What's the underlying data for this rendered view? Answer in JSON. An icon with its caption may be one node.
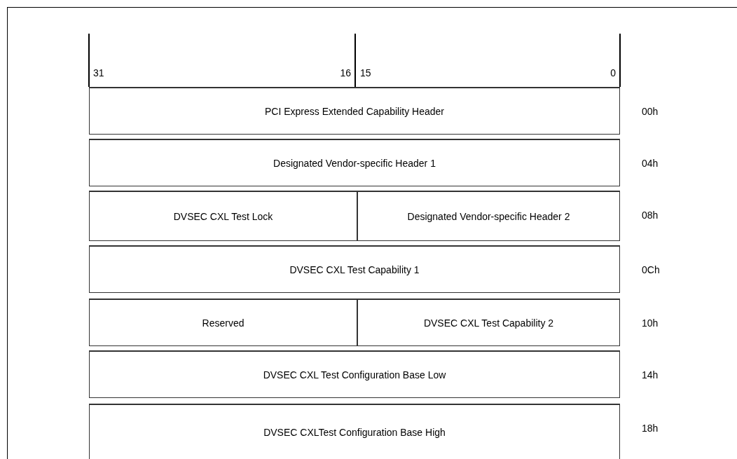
{
  "diagram": {
    "nodes": [
      {
        "text": [
          "PCI Express Extended Capability Header"
        ]
      },
      {
        "text": [
          "Designated Vendor-specific Header 1"
        ]
      },
      {
        "text": [
          "DVSEC CXL Test Lock"
        ]
      },
      {
        "text": [
          "Designated Vendor-specific Header 2"
        ]
      },
      {
        "text": [
          "DVSEC CXL Test Capability 1"
        ]
      },
      {
        "text": [
          "Reserved"
        ]
      },
      {
        "text": [
          "DVSEC CXL Test Capability 2"
        ]
      },
      {
        "text": [
          "DVSEC CXL Test Configuration Base Low"
        ]
      },
      {
        "text": [
          "DVSEC CXLTest Configuration Base High"
        ]
      }
    ],
    "labels": [
      "31",
      "16",
      "15",
      "0",
      "00h",
      "04h",
      "08h",
      "0Ch",
      "10h",
      "14h",
      "18h"
    ]
  }
}
